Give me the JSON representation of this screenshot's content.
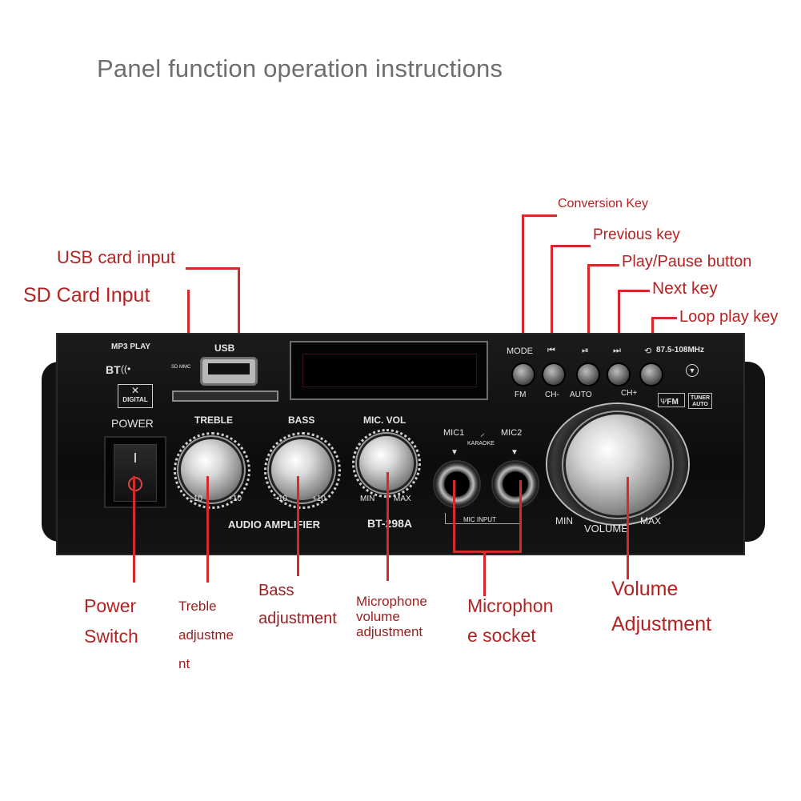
{
  "title": "Panel function operation instructions",
  "callouts": {
    "usb_card_input": "USB card input",
    "sd_card_input": "SD Card Input",
    "conversion_key": "Conversion Key",
    "previous_key": "Previous key",
    "play_pause_button": "Play/Pause button",
    "next_key": "Next key",
    "loop_play_key": "Loop play key",
    "power_switch_1": "Power",
    "power_switch_2": "Switch",
    "treble_1": "Treble",
    "treble_2": "adjustme",
    "treble_3": "nt",
    "bass_1": "Bass",
    "bass_2": "adjustment",
    "mic_vol_1": "Microphone",
    "mic_vol_2": "volume",
    "mic_vol_3": "adjustment",
    "mic_socket_1": "Microphon",
    "mic_socket_2": "e socket",
    "volume_1": "Volume",
    "volume_2": "Adjustment"
  },
  "panel": {
    "mp3_play": "MP3 PLAY",
    "bt": "BT",
    "digital": "DIGITAL",
    "power": "POWER",
    "usb": "USB",
    "sd_mmc": "SD MMC",
    "treble": "TREBLE",
    "bass": "BASS",
    "mic_vol": "MIC. VOL",
    "minus10_a": "−10",
    "plus10_a": "+10",
    "minus10_b": "−10",
    "plus10_b": "+10",
    "min_a": "MIN",
    "max_a": "MAX",
    "audio_amplifier": "AUDIO AMPLIFIER",
    "model": "BT-298A",
    "mic1": "MIC1",
    "mic2": "MIC2",
    "karaoke": "KARAOKE",
    "mic_input": "MIC INPUT",
    "mode": "MODE",
    "fm": "FM",
    "ch_minus": "CH-",
    "auto": "AUTO",
    "ch_plus": "CH+",
    "freq": "87.5-108MHz",
    "fm_badge": "FM",
    "tuner": "TUNER",
    "tuner_auto": "AUTO",
    "min_b": "MIN",
    "volume": "VOLUME",
    "max_b": "MAX"
  }
}
